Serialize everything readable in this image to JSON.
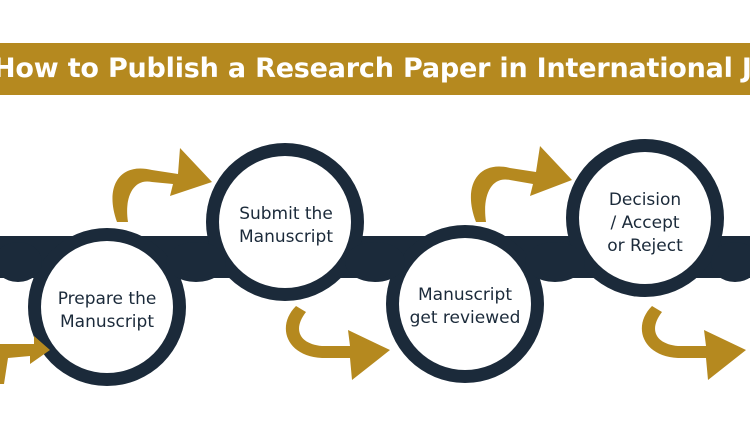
{
  "title": "How to Publish a Research Paper in International Journals",
  "colors": {
    "banner": "#b5891f",
    "banner_text": "#ffffff",
    "chain": "#1b2a3a",
    "node_fill": "#ffffff",
    "arrow": "#b5891f",
    "step_text": "#1b2a3a"
  },
  "steps": [
    {
      "label": "Prepare the\nManuscript"
    },
    {
      "label": "Submit the\nManuscript"
    },
    {
      "label": "Manuscript\nget reviewed"
    },
    {
      "label": "Decision\n/ Accept\nor Reject"
    }
  ],
  "icons": [
    "curved-arrow-icon"
  ]
}
